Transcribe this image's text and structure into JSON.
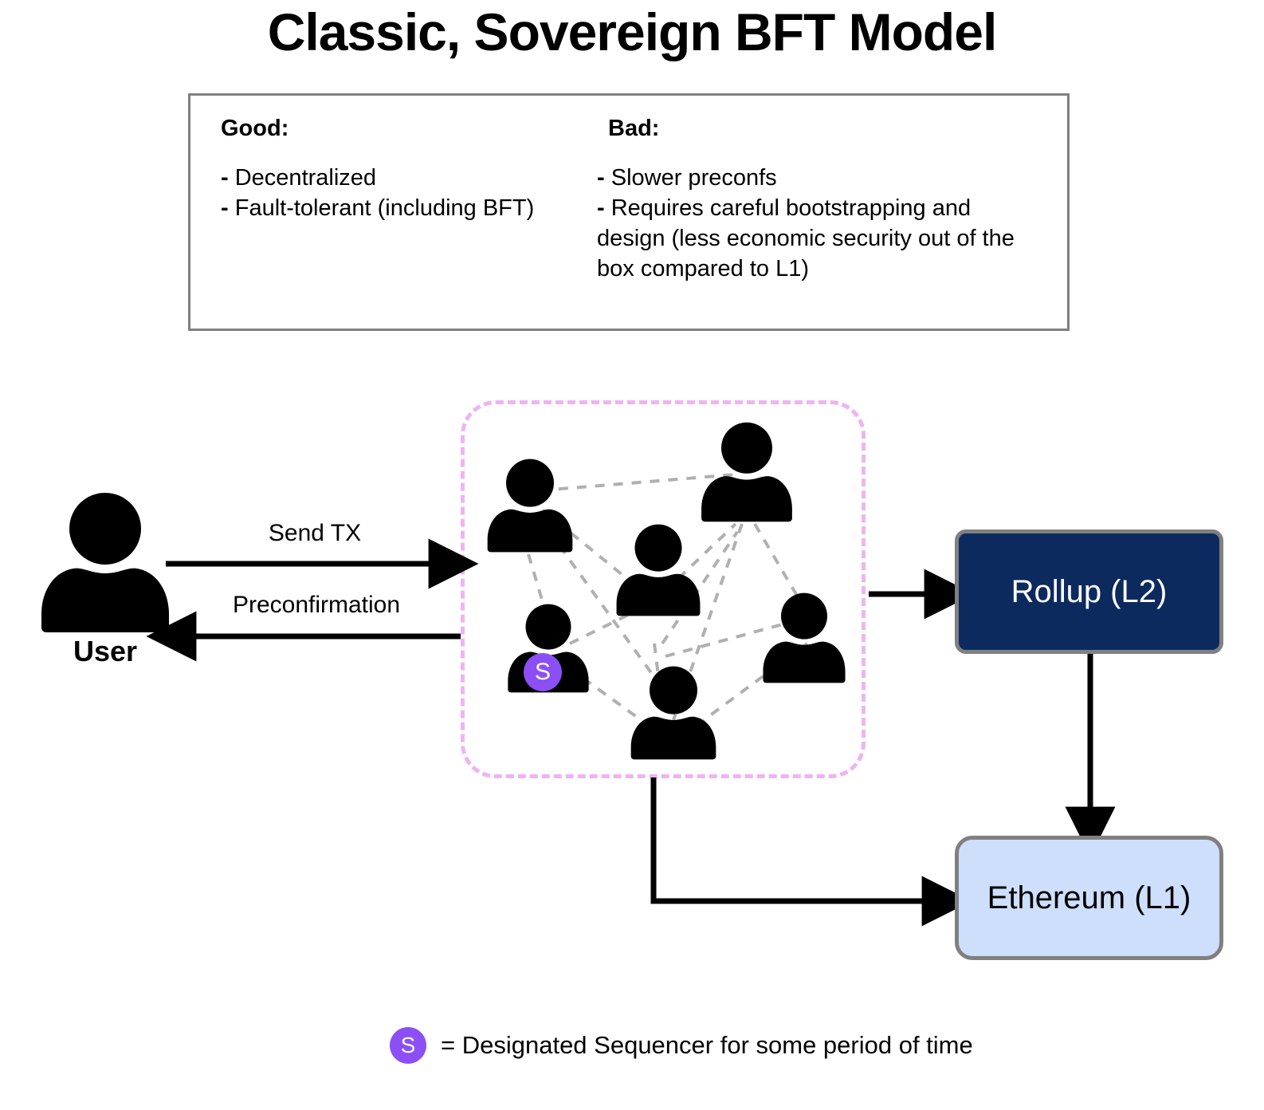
{
  "page": {
    "title": "Classic, Sovereign BFT Model",
    "background": "#ffffff"
  },
  "info_box": {
    "border_color": "#808080",
    "good": {
      "heading": "Good",
      "heading_suffix": ":",
      "items": [
        "Decentralized",
        "Fault-tolerant (including BFT)"
      ]
    },
    "bad": {
      "heading": "Bad",
      "heading_suffix": ":",
      "items": [
        "Slower preconfs",
        "Requires careful bootstrapping and design (less economic security out of the box compared to L1)"
      ]
    }
  },
  "user": {
    "label": "User",
    "icon": "person-icon"
  },
  "flows": {
    "send_tx_label": "Send TX",
    "preconfirmation_label": "Preconfirmation"
  },
  "cluster": {
    "border_color": "#eeb4f2",
    "edge_color": "#b0b0b0",
    "node_count": 6,
    "nodes": [
      {
        "id": "validator-1",
        "label": "",
        "sequencer": false
      },
      {
        "id": "validator-2",
        "label": "",
        "sequencer": false
      },
      {
        "id": "validator-3",
        "label": "",
        "sequencer": false
      },
      {
        "id": "validator-4",
        "label": "",
        "sequencer": true,
        "badge": "S"
      },
      {
        "id": "validator-5",
        "label": "",
        "sequencer": false
      },
      {
        "id": "validator-6",
        "label": "",
        "sequencer": false
      }
    ]
  },
  "layers": {
    "rollup": {
      "label": "Rollup (L2)",
      "fill": "#0d2a5e",
      "text_color": "#ffffff"
    },
    "ethereum": {
      "label": "Ethereum (L1)",
      "fill": "#cddffb",
      "text_color": "#000000"
    }
  },
  "legend": {
    "badge": "S",
    "text": "= Designated Sequencer for some period of time",
    "badge_color": "#8b4ff5"
  }
}
